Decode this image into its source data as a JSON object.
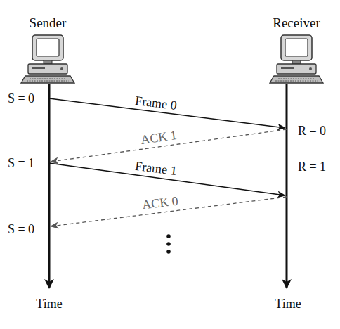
{
  "diagram": {
    "nodes": [
      {
        "text": [
          "Sender"
        ]
      },
      {
        "text": [
          "Receiver"
        ]
      }
    ],
    "labels": [
      "S = 0",
      "Frame 0",
      "R = 0",
      "ACK 1",
      "S = 1",
      "Frame 1",
      "R = 1",
      "ACK 0",
      "S = 0",
      "Time",
      "Time"
    ]
  }
}
